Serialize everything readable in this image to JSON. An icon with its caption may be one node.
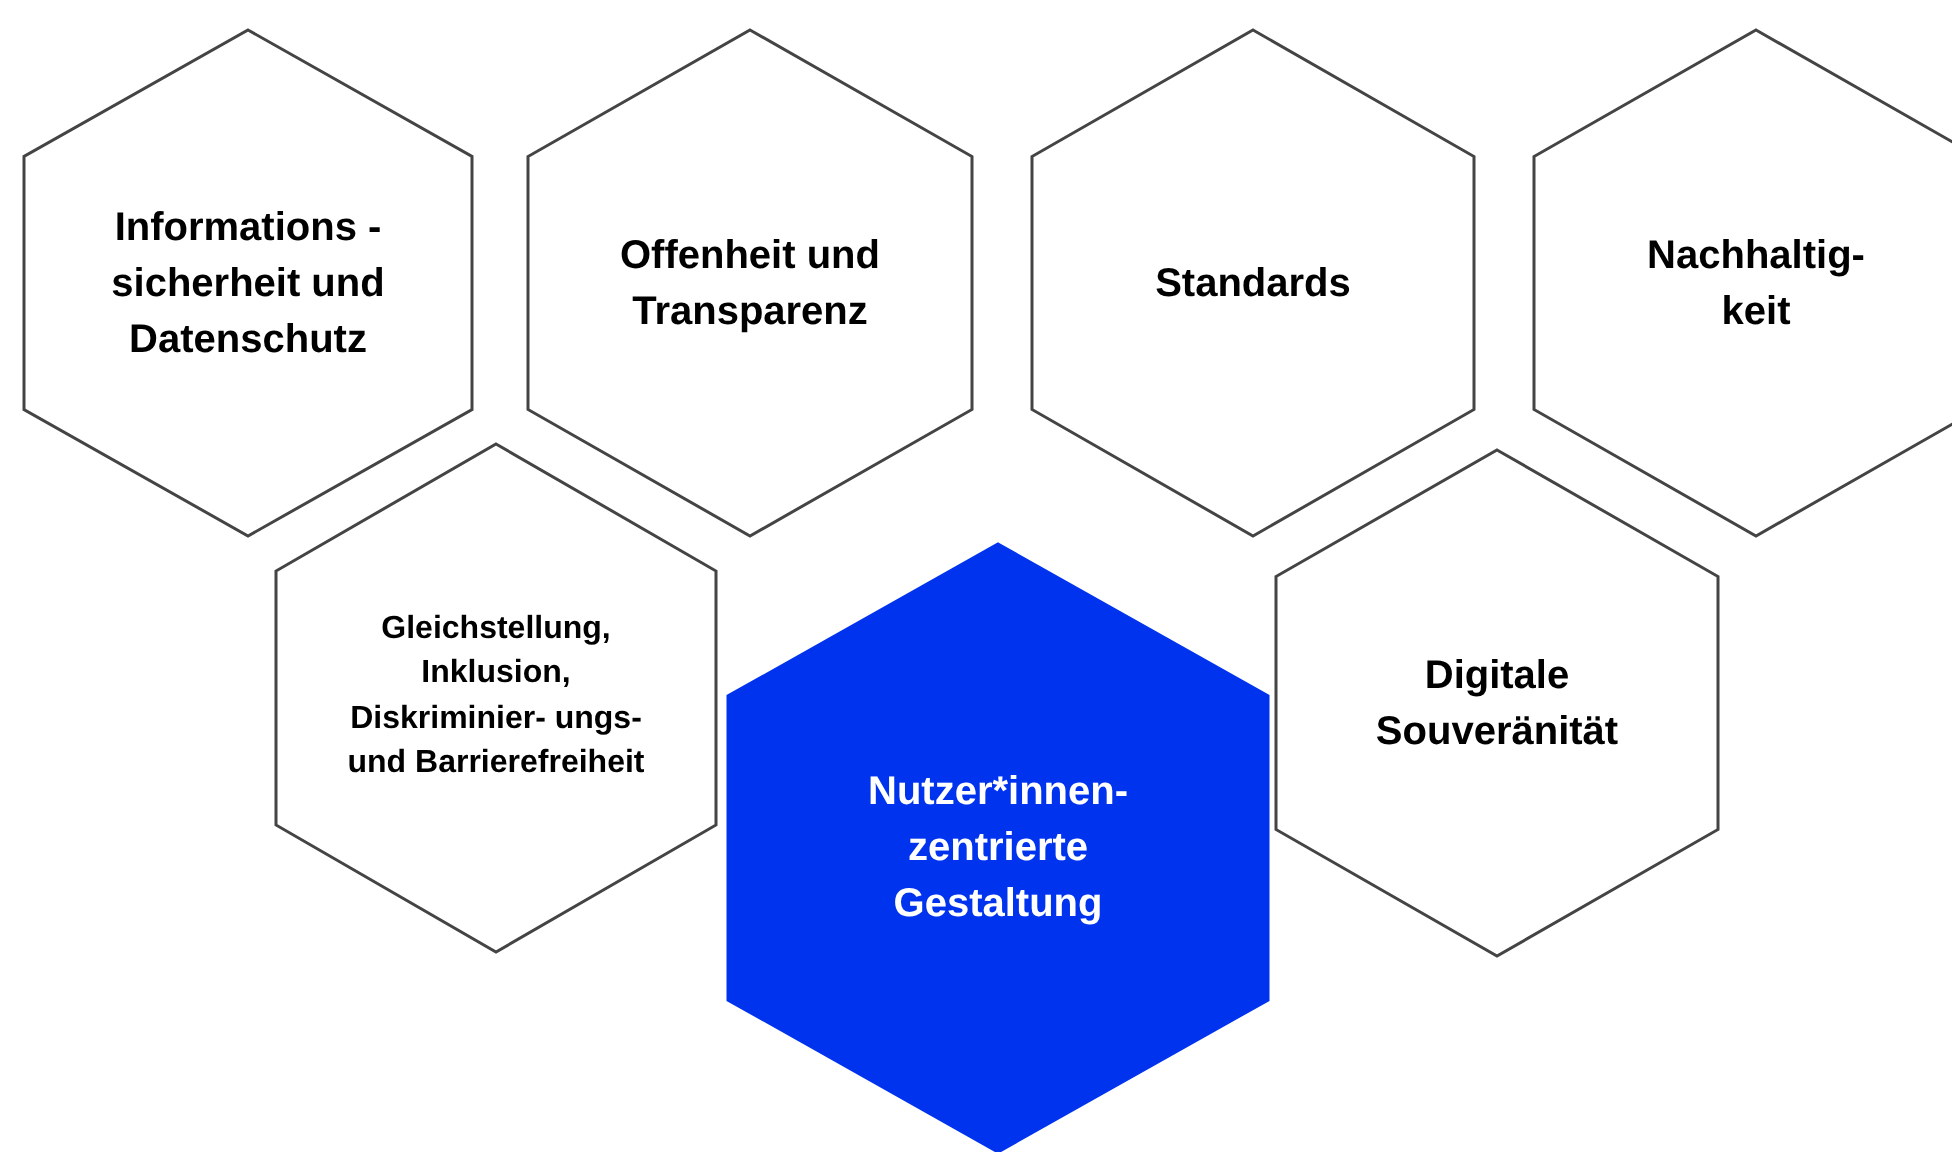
{
  "diagram": {
    "nodes": [
      {
        "text": [
          "Informations -sicherheit und Datenschutz"
        ]
      },
      {
        "text": [
          "Offenheit und Transparenz"
        ]
      },
      {
        "text": [
          "Standards"
        ]
      },
      {
        "text": [
          "Nachhaltig- keit"
        ]
      },
      {
        "text": [
          "Gleichstellung, Inklusion, Diskriminier- ungs- und Barrierefreiheit"
        ]
      },
      {
        "text": [
          "Nutzer*innen- zentrierte Gestaltung"
        ]
      },
      {
        "text": [
          "Digitale Souveränität"
        ]
      }
    ]
  }
}
